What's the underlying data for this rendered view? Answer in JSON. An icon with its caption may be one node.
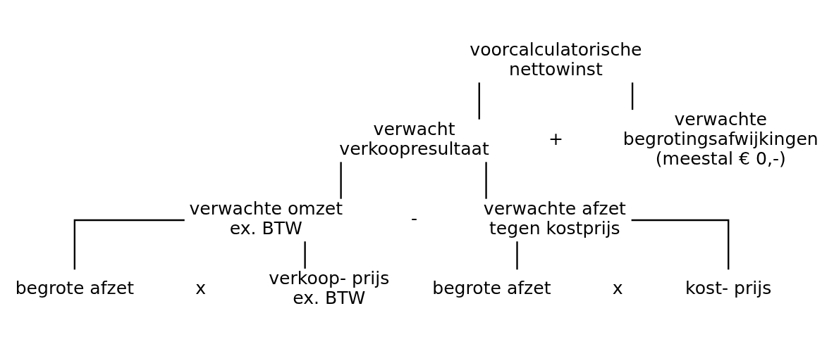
{
  "diagram": {
    "nodes": [
      {
        "text": [
          "voorcalculatorische nettowinst"
        ]
      },
      {
        "text": [
          "verwacht verkoopresultaat"
        ]
      },
      {
        "text": [
          "verwachte begrotingsafwijkingen (meestal € 0,-)"
        ]
      },
      {
        "text": [
          "verwachte omzet ex. BTW"
        ]
      },
      {
        "text": [
          "verwachte afzet tegen kostprijs"
        ]
      },
      {
        "text": [
          "begrote afzet"
        ]
      },
      {
        "text": [
          "verkoop- prijs ex. BTW"
        ]
      },
      {
        "text": [
          "begrote afzet"
        ]
      },
      {
        "text": [
          "kost- prijs"
        ]
      }
    ],
    "edges": [
      {
        "from": 0,
        "to": 1,
        "arrow": "none"
      },
      {
        "from": 0,
        "to": 2,
        "arrow": "none"
      },
      {
        "from": 1,
        "to": 3,
        "arrow": "none"
      },
      {
        "from": 1,
        "to": 4,
        "arrow": "none"
      },
      {
        "from": 3,
        "to": 5,
        "arrow": "none"
      },
      {
        "from": 3,
        "to": 6,
        "arrow": "none"
      },
      {
        "from": 4,
        "to": 7,
        "arrow": "none"
      },
      {
        "from": 4,
        "to": 8,
        "arrow": "none"
      }
    ],
    "labels": [
      "+",
      "-",
      "x",
      "x"
    ]
  }
}
